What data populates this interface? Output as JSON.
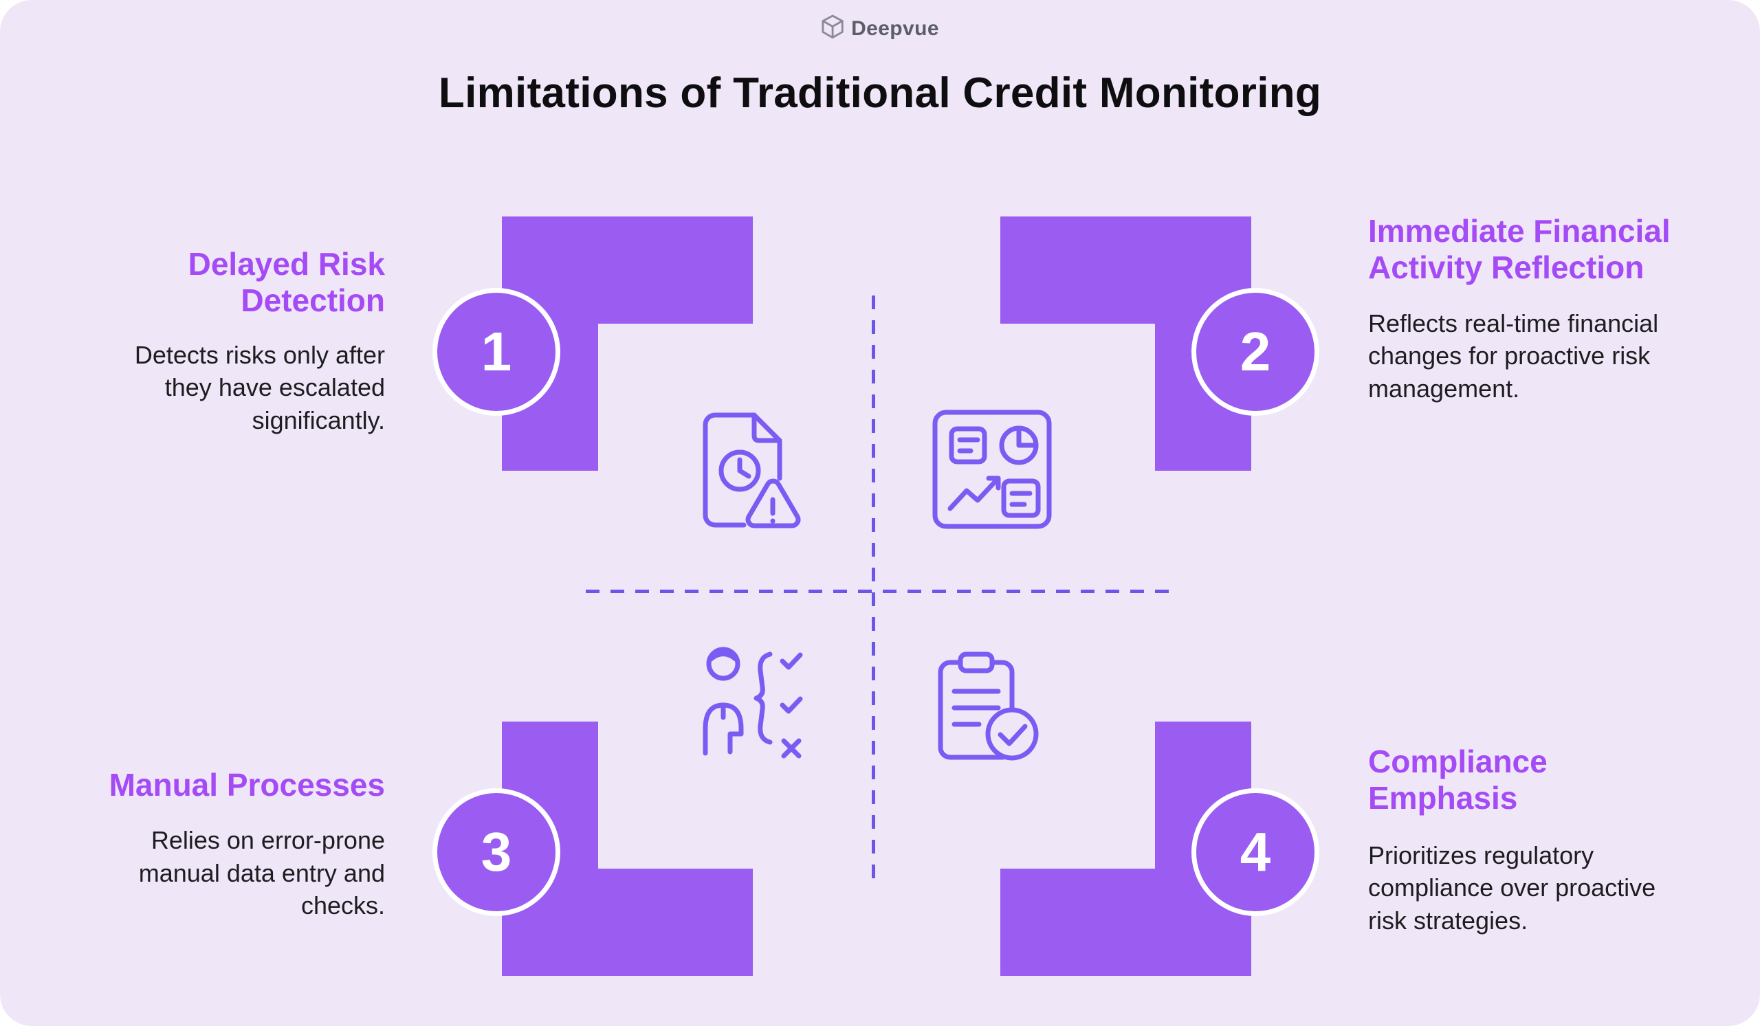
{
  "brand": {
    "name": "Deepvue"
  },
  "title": "Limitations of Traditional Credit Monitoring",
  "items": [
    {
      "number": "1",
      "heading": "Delayed Risk Detection",
      "body": "Detects risks only after they have escalated significantly.",
      "icon": "document-clock-warning-icon"
    },
    {
      "number": "2",
      "heading": "Immediate Financial Activity Reflection",
      "body": "Reflects real-time financial changes for proactive risk management.",
      "icon": "dashboard-charts-icon"
    },
    {
      "number": "3",
      "heading": "Manual Processes",
      "body": "Relies on error-prone manual data entry and checks.",
      "icon": "person-checklist-icon"
    },
    {
      "number": "4",
      "heading": "Compliance Emphasis",
      "body": "Prioritizes regulatory compliance over proactive risk strategies.",
      "icon": "clipboard-check-icon"
    }
  ],
  "colors": {
    "card_background": "#EFE6F8",
    "block_purple": "#9A5CF1",
    "heading_purple": "#A44BF5",
    "icon_purple": "#7B5BF2",
    "dash_purple": "#6C56E9",
    "title_text": "#0e0e10",
    "body_text": "#1d1d1f",
    "logo_gray": "#5d5d68",
    "badge_text": "#ffffff"
  }
}
